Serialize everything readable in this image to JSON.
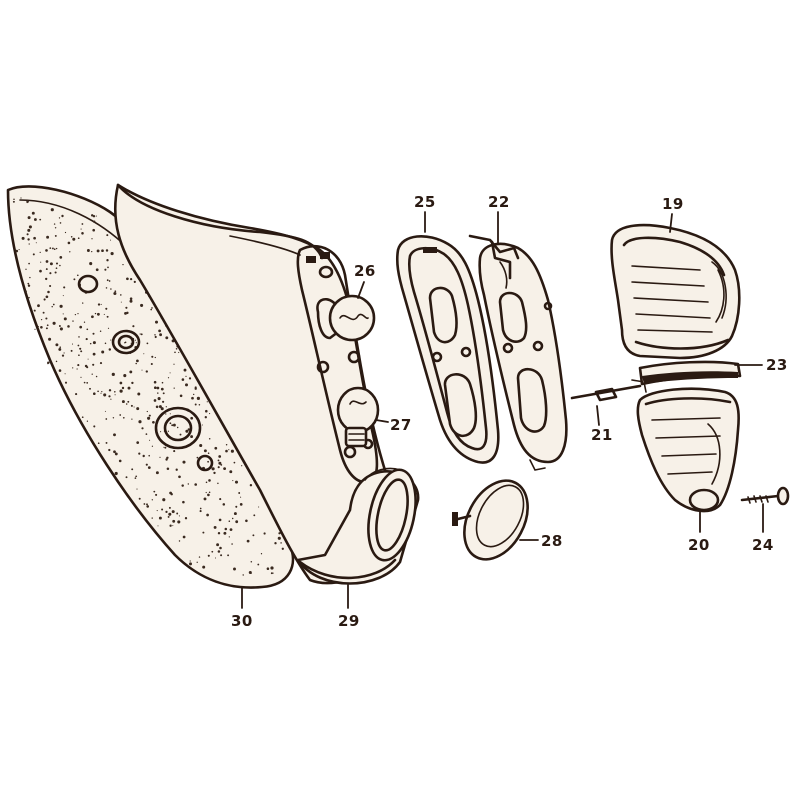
{
  "diagram": {
    "background_color": "#ffffff",
    "ink_color": "#2a1a12",
    "paper_color": "#f7f1e8"
  },
  "callouts": {
    "c19": "19",
    "c20": "20",
    "c21": "21",
    "c22": "22",
    "c23": "23",
    "c24": "24",
    "c25": "25",
    "c26": "26",
    "c27": "27",
    "c28": "28",
    "c29": "29",
    "c30": "30"
  }
}
